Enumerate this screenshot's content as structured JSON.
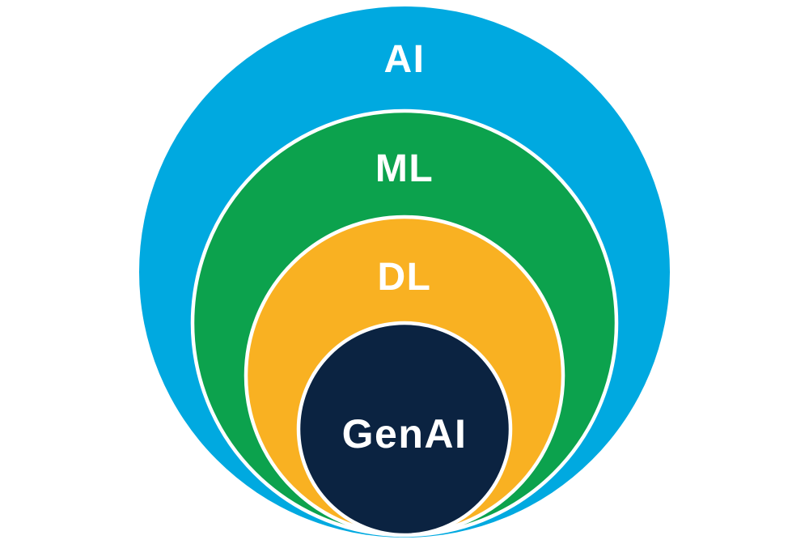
{
  "diagram": {
    "description": "Nested circles showing GenAI as a subset of DL, DL of ML, ML of AI",
    "background_color": "#FFFFFF",
    "separator_color": "#FFFFFF",
    "label_color": "#FFFFFF",
    "layers": [
      {
        "id": "ai",
        "label": "AI",
        "color": "#00A9E0"
      },
      {
        "id": "ml",
        "label": "ML",
        "color": "#0CA24D"
      },
      {
        "id": "dl",
        "label": "DL",
        "color": "#F9B122"
      },
      {
        "id": "genai",
        "label": "GenAI",
        "color": "#0B2341"
      }
    ]
  }
}
